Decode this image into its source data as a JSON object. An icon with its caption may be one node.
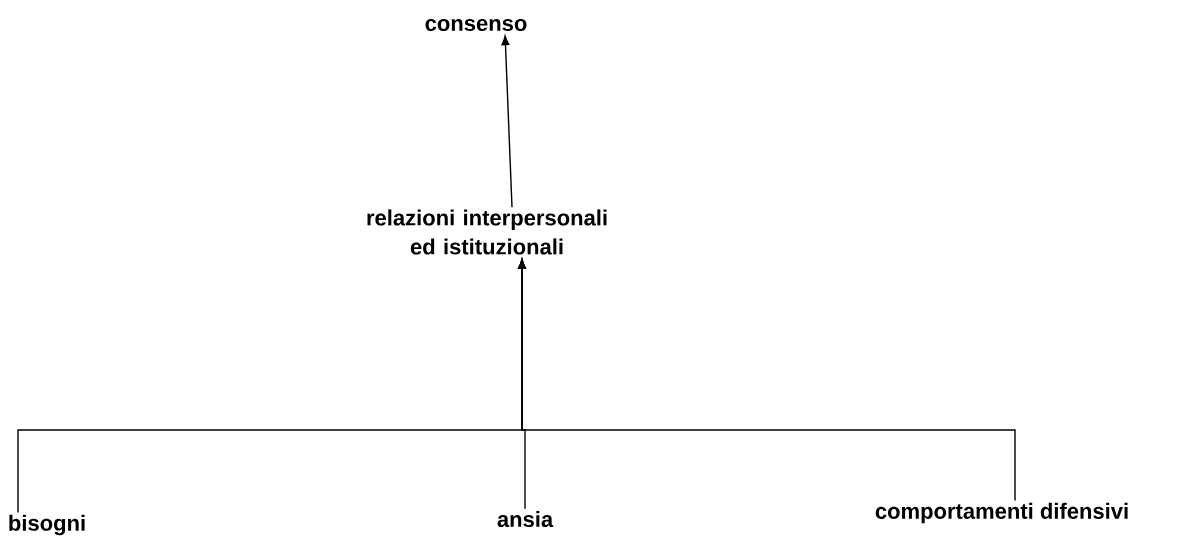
{
  "diagram": {
    "nodes": [
      {
        "text": [
          "consenso"
        ]
      },
      {
        "text": [
          "relazioni interpersonali ed istituzionali"
        ]
      },
      {
        "text": [
          "bisogni"
        ]
      },
      {
        "text": [
          "ansia"
        ]
      },
      {
        "text": [
          "comportamenti difensivi"
        ]
      }
    ],
    "edges": [
      {
        "from": 1,
        "to": 0,
        "arrow": "to"
      },
      {
        "from": 2,
        "to": 1,
        "arrow": "to"
      },
      {
        "from": 3,
        "to": 1,
        "arrow": "to"
      },
      {
        "from": 4,
        "to": 1,
        "arrow": "to"
      }
    ]
  }
}
